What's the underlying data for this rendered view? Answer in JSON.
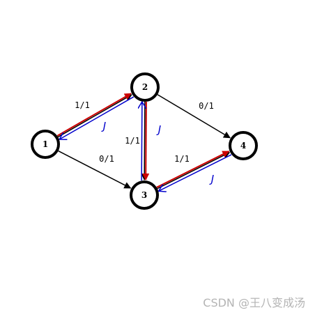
{
  "colors": {
    "background": "#ffffff",
    "node_stroke": "#000000",
    "node_fill": "#ffffff",
    "edge": "#000000",
    "flow": "#cc0000",
    "residual": "#0000cc",
    "watermark": "#b4b4b4"
  },
  "nodes": [
    {
      "id": "1",
      "label": "1"
    },
    {
      "id": "2",
      "label": "2"
    },
    {
      "id": "3",
      "label": "3"
    },
    {
      "id": "4",
      "label": "4"
    }
  ],
  "edges": [
    {
      "from": "1",
      "to": "2",
      "label": "1/1"
    },
    {
      "from": "1",
      "to": "3",
      "label": "0/1"
    },
    {
      "from": "2",
      "to": "4",
      "label": "0/1"
    },
    {
      "from": "2",
      "to": "3",
      "label": "1/1"
    },
    {
      "from": "3",
      "to": "4",
      "label": "1/1"
    }
  ],
  "flow_path": [
    {
      "from": "1",
      "to": "2"
    },
    {
      "from": "2",
      "to": "3"
    },
    {
      "from": "3",
      "to": "4"
    }
  ],
  "residual_edges": [
    {
      "from": "2",
      "to": "1",
      "label": "J"
    },
    {
      "from": "3",
      "to": "2",
      "label": "J"
    },
    {
      "from": "4",
      "to": "3",
      "label": "J"
    }
  ],
  "watermark": "CSDN @王八变成汤"
}
